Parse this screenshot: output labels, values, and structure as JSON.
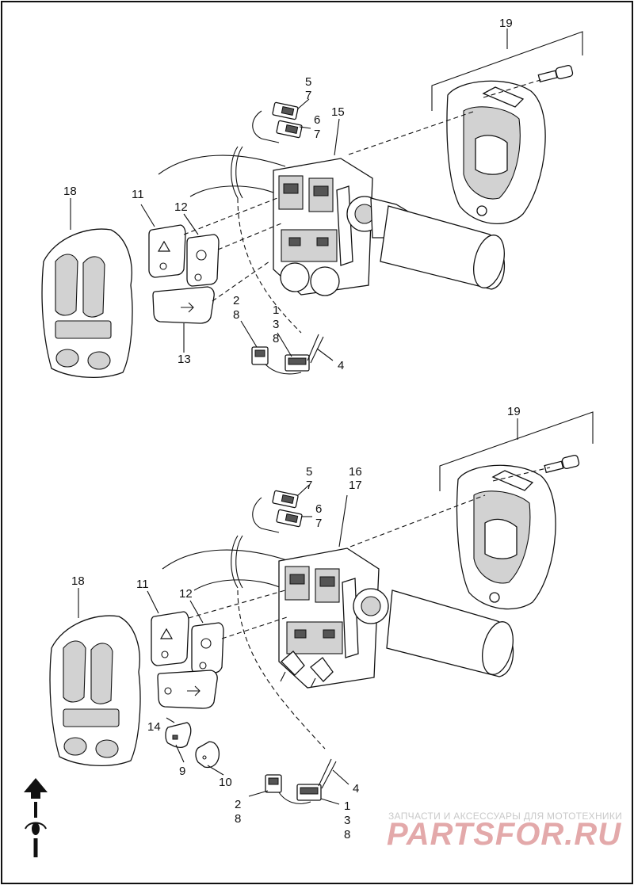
{
  "top_diagram": {
    "callouts": {
      "c19": "19",
      "c5": "5",
      "c7a": "7",
      "c6": "6",
      "c7b": "7",
      "c15": "15",
      "c18": "18",
      "c11": "11",
      "c12": "12",
      "c13": "13",
      "c2": "2",
      "c8a": "8",
      "c1": "1",
      "c3": "3",
      "c8b": "8",
      "c4": "4"
    }
  },
  "bottom_diagram": {
    "callouts": {
      "c19": "19",
      "c5": "5",
      "c7a": "7",
      "c16": "16",
      "c17": "17",
      "c6": "6",
      "c7b": "7",
      "c18": "18",
      "c11": "11",
      "c12": "12",
      "c14": "14",
      "c9": "9",
      "c10": "10",
      "c4": "4",
      "c2": "2",
      "c8a": "8",
      "c1": "1",
      "c3": "3",
      "c8b": "8"
    }
  },
  "watermark": {
    "tagline": "ЗАПЧАСТИ И АКСЕССУАРЫ ДЛЯ МОТОТЕХНИКИ",
    "brand": "PARTSFOR.RU"
  },
  "colors": {
    "line": "#111111",
    "shading": "#d2d2d2",
    "watermark_brand": "#e3a9aa",
    "watermark_text": "#c9c9c9"
  },
  "icons": [
    "direction-arrow-icon",
    "motorcycle-icon",
    "hazard-icon",
    "horn-icon",
    "turn-signal-icon"
  ]
}
